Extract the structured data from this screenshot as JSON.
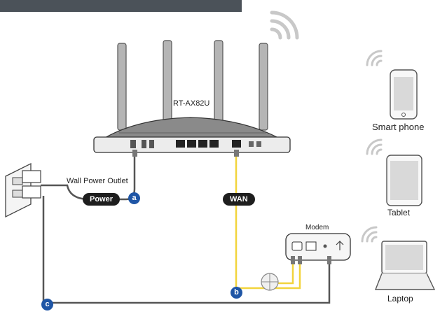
{
  "labels": {
    "router_model": "RT-AX82U",
    "wall_outlet": "Wall Power Outlet",
    "power": "Power",
    "wan": "WAN",
    "modem": "Modem",
    "smart_phone": "Smart phone",
    "tablet": "Tablet",
    "laptop": "Laptop"
  },
  "badges": {
    "a": "a",
    "b": "b",
    "c": "c"
  },
  "colors": {
    "header_band": "#4b5259",
    "badge": "#1f56a6",
    "wan_cable": "#f2d43c",
    "power_cable": "#555555",
    "device_outline": "#666666",
    "wifi_waves": "#c8c8c8"
  },
  "icons": {
    "router": "router-icon",
    "wall_outlet": "wall-outlet-icon",
    "modem": "modem-icon",
    "smart_phone": "smartphone-icon",
    "tablet": "tablet-icon",
    "laptop": "laptop-icon",
    "wifi": "wifi-icon",
    "phone_jack": "phone-jack-icon"
  }
}
